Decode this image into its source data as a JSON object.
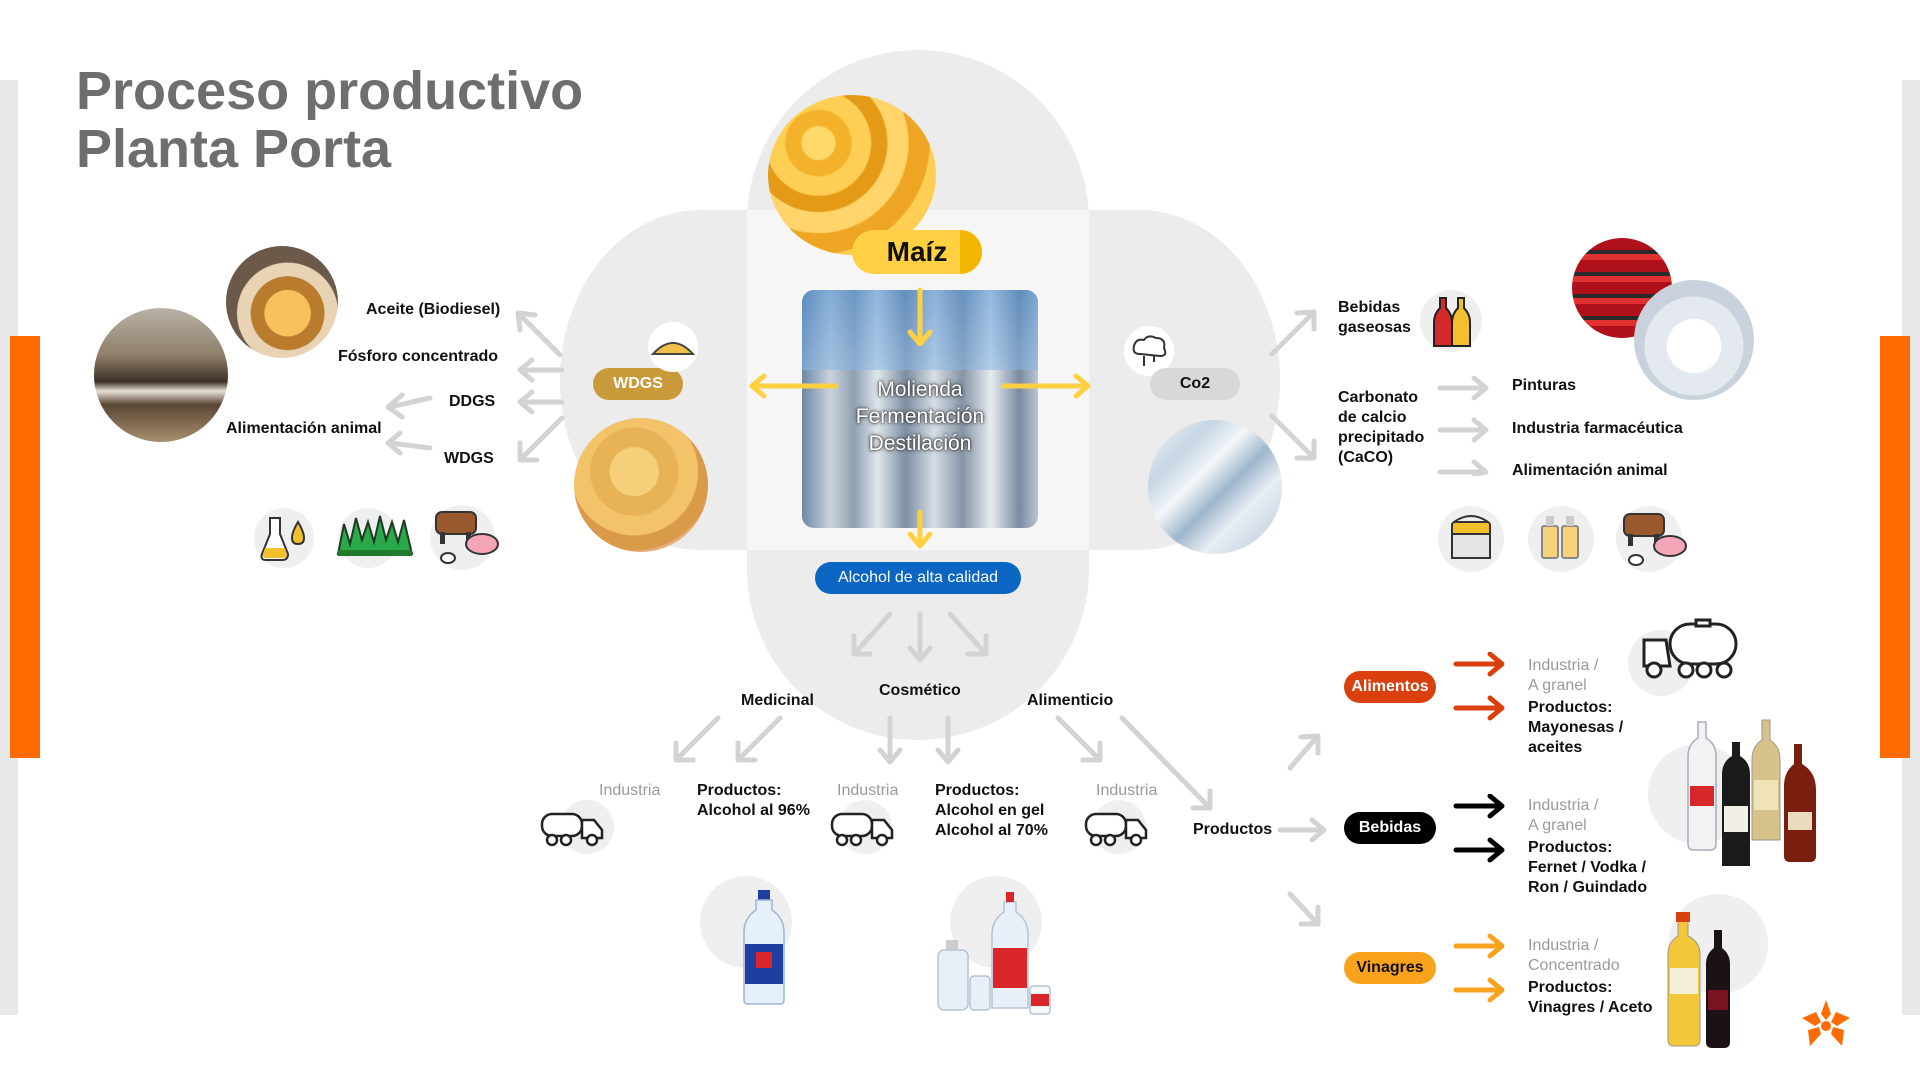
{
  "title": {
    "line1": "Proceso productivo",
    "line2": "Planta Porta"
  },
  "center": {
    "input": "Maíz",
    "process": [
      "Molienda",
      "Fermentación",
      "Destilación"
    ],
    "output": "Alcohol de alta calidad"
  },
  "left": {
    "badge": "WDGS",
    "items": [
      "Aceite (Biodiesel)",
      "Fósforo concentrado",
      "DDGS",
      "Alimentación animal",
      "WDGS"
    ]
  },
  "right_top": {
    "badge": "Co2",
    "gas": "Bebidas gaseosas",
    "carbonate": "Carbonato de calcio precipitado (CaCO)",
    "uses": [
      "Pinturas",
      "Industria farmacéutica",
      "Alimentación animal"
    ]
  },
  "bottom": {
    "categories": [
      "Medicinal",
      "Cosmético",
      "Alimenticio"
    ],
    "medicinal": {
      "industry": "Industria",
      "products_label": "Productos:",
      "products": "Alcohol al 96%"
    },
    "cosmetico": {
      "industry": "Industria",
      "products_label": "Productos:",
      "products_line1": "Alcohol en gel",
      "products_line2": "Alcohol al 70%"
    },
    "alimenticio": {
      "industry": "Industria",
      "products": "Productos"
    }
  },
  "products": {
    "alimentos": {
      "badge": "Alimentos",
      "industry_line1": "Industria /",
      "industry_line2": "A granel",
      "label": "Productos:",
      "line1": "Mayonesas /",
      "line2": "aceites"
    },
    "bebidas": {
      "badge": "Bebidas",
      "industry_line1": "Industria /",
      "industry_line2": "A granel",
      "label": "Productos:",
      "line1": "Fernet / Vodka /",
      "line2": "Ron / Guindado"
    },
    "vinagres": {
      "badge": "Vinagres",
      "industry_line1": "Industria /",
      "industry_line2": "Concentrado",
      "label": "Productos:",
      "line1": "Vinagres / Aceto"
    }
  },
  "colors": {
    "orange": "#ff6b00",
    "gold": "#ffd042",
    "wdgs": "#c99a3a",
    "blue": "#0a66c2",
    "alimentos": "#d9400e",
    "vinagres": "#f9a21c",
    "arrow_gray": "#d3d3d3"
  }
}
